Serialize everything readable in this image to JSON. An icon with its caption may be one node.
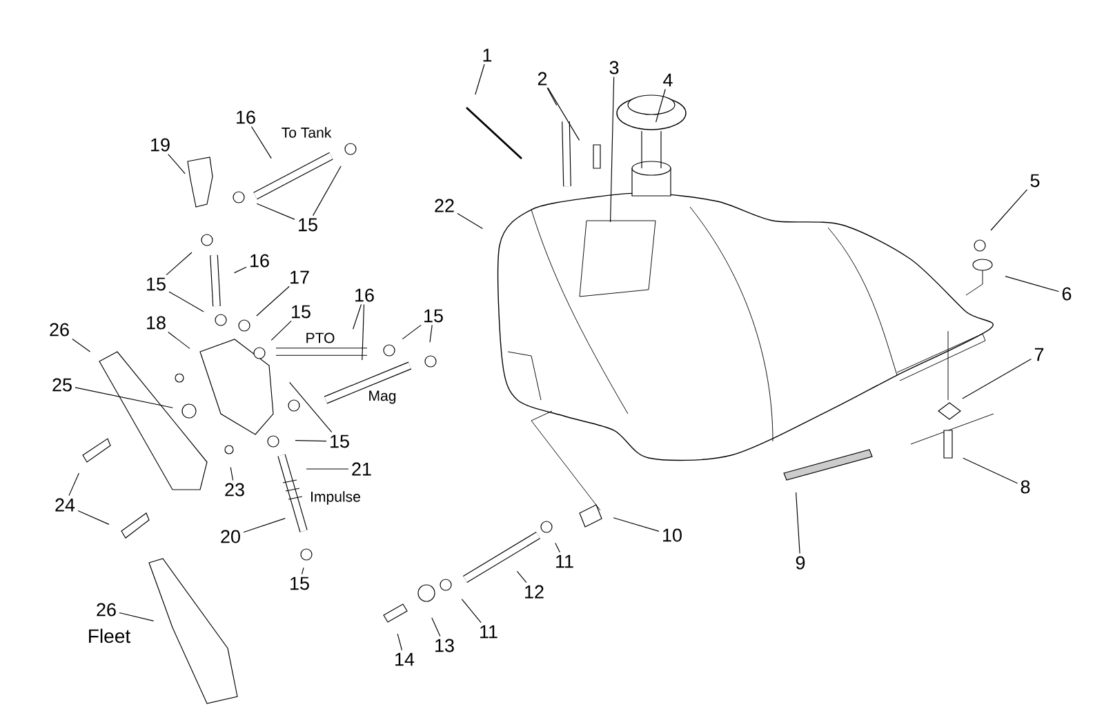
{
  "diagram": {
    "nodes": [
      {
        "text": [
          "1"
        ]
      },
      {
        "text": [
          "2"
        ]
      },
      {
        "text": [
          "3"
        ]
      },
      {
        "text": [
          "4"
        ]
      },
      {
        "text": [
          "16"
        ]
      },
      {
        "text": [
          "19"
        ]
      },
      {
        "text": [
          "5"
        ]
      },
      {
        "text": [
          "22"
        ]
      },
      {
        "text": [
          "15"
        ]
      },
      {
        "text": [
          "15"
        ]
      },
      {
        "text": [
          "16"
        ]
      },
      {
        "text": [
          "17"
        ]
      },
      {
        "text": [
          "6"
        ]
      },
      {
        "text": [
          "16"
        ]
      },
      {
        "text": [
          "15"
        ]
      },
      {
        "text": [
          "15"
        ]
      },
      {
        "text": [
          "18"
        ]
      },
      {
        "text": [
          "26"
        ]
      },
      {
        "text": [
          "7"
        ]
      },
      {
        "text": [
          "25"
        ]
      },
      {
        "text": [
          "15"
        ]
      },
      {
        "text": [
          "21"
        ]
      },
      {
        "text": [
          "23"
        ]
      },
      {
        "text": [
          "8"
        ]
      },
      {
        "text": [
          "24"
        ]
      },
      {
        "text": [
          "10"
        ]
      },
      {
        "text": [
          "20"
        ]
      },
      {
        "text": [
          "11"
        ]
      },
      {
        "text": [
          "9"
        ]
      },
      {
        "text": [
          "15"
        ]
      },
      {
        "text": [
          "12"
        ]
      },
      {
        "text": [
          "26"
        ]
      },
      {
        "text": [
          "11"
        ]
      },
      {
        "text": [
          "13"
        ]
      },
      {
        "text": [
          "14"
        ]
      }
    ],
    "edges": [
      {
        "from": 0,
        "to": null,
        "arrow": "none"
      },
      {
        "from": 1,
        "to": null,
        "arrow": "none"
      },
      {
        "from": 1,
        "to": null,
        "arrow": "none"
      },
      {
        "from": 2,
        "to": null,
        "arrow": "none"
      },
      {
        "from": 3,
        "to": null,
        "arrow": "none"
      },
      {
        "from": 4,
        "to": null,
        "arrow": "none"
      },
      {
        "from": 5,
        "to": null,
        "arrow": "none"
      },
      {
        "from": 6,
        "to": null,
        "arrow": "none"
      },
      {
        "from": 7,
        "to": null,
        "arrow": "none"
      },
      {
        "from": 8,
        "to": null,
        "arrow": "none"
      },
      {
        "from": 8,
        "to": null,
        "arrow": "none"
      },
      {
        "from": 9,
        "to": null,
        "arrow": "none"
      },
      {
        "from": 9,
        "to": null,
        "arrow": "none"
      },
      {
        "from": 10,
        "to": null,
        "arrow": "none"
      },
      {
        "from": 11,
        "to": null,
        "arrow": "none"
      },
      {
        "from": 12,
        "to": null,
        "arrow": "none"
      },
      {
        "from": 13,
        "to": null,
        "arrow": "none"
      },
      {
        "from": 13,
        "to": null,
        "arrow": "none"
      },
      {
        "from": 14,
        "to": null,
        "arrow": "none"
      },
      {
        "from": 15,
        "to": null,
        "arrow": "none"
      },
      {
        "from": 15,
        "to": null,
        "arrow": "none"
      },
      {
        "from": 16,
        "to": null,
        "arrow": "none"
      },
      {
        "from": 17,
        "to": null,
        "arrow": "none"
      },
      {
        "from": 18,
        "to": null,
        "arrow": "none"
      },
      {
        "from": 19,
        "to": null,
        "arrow": "none"
      },
      {
        "from": 20,
        "to": null,
        "arrow": "none"
      },
      {
        "from": 20,
        "to": null,
        "arrow": "none"
      },
      {
        "from": 21,
        "to": null,
        "arrow": "none"
      },
      {
        "from": 22,
        "to": null,
        "arrow": "none"
      },
      {
        "from": 23,
        "to": null,
        "arrow": "none"
      },
      {
        "from": 24,
        "to": null,
        "arrow": "none"
      },
      {
        "from": 24,
        "to": null,
        "arrow": "none"
      },
      {
        "from": 25,
        "to": null,
        "arrow": "none"
      },
      {
        "from": 26,
        "to": null,
        "arrow": "none"
      },
      {
        "from": 27,
        "to": null,
        "arrow": "none"
      },
      {
        "from": 28,
        "to": null,
        "arrow": "none"
      },
      {
        "from": 29,
        "to": null,
        "arrow": "none"
      },
      {
        "from": 30,
        "to": null,
        "arrow": "none"
      },
      {
        "from": 31,
        "to": null,
        "arrow": "none"
      },
      {
        "from": 32,
        "to": null,
        "arrow": "none"
      },
      {
        "from": 33,
        "to": null,
        "arrow": "none"
      },
      {
        "from": 34,
        "to": null,
        "arrow": "none"
      }
    ],
    "labels": [
      "To Tank",
      "PTO",
      "Mag",
      "Impulse",
      "Fleet"
    ]
  }
}
